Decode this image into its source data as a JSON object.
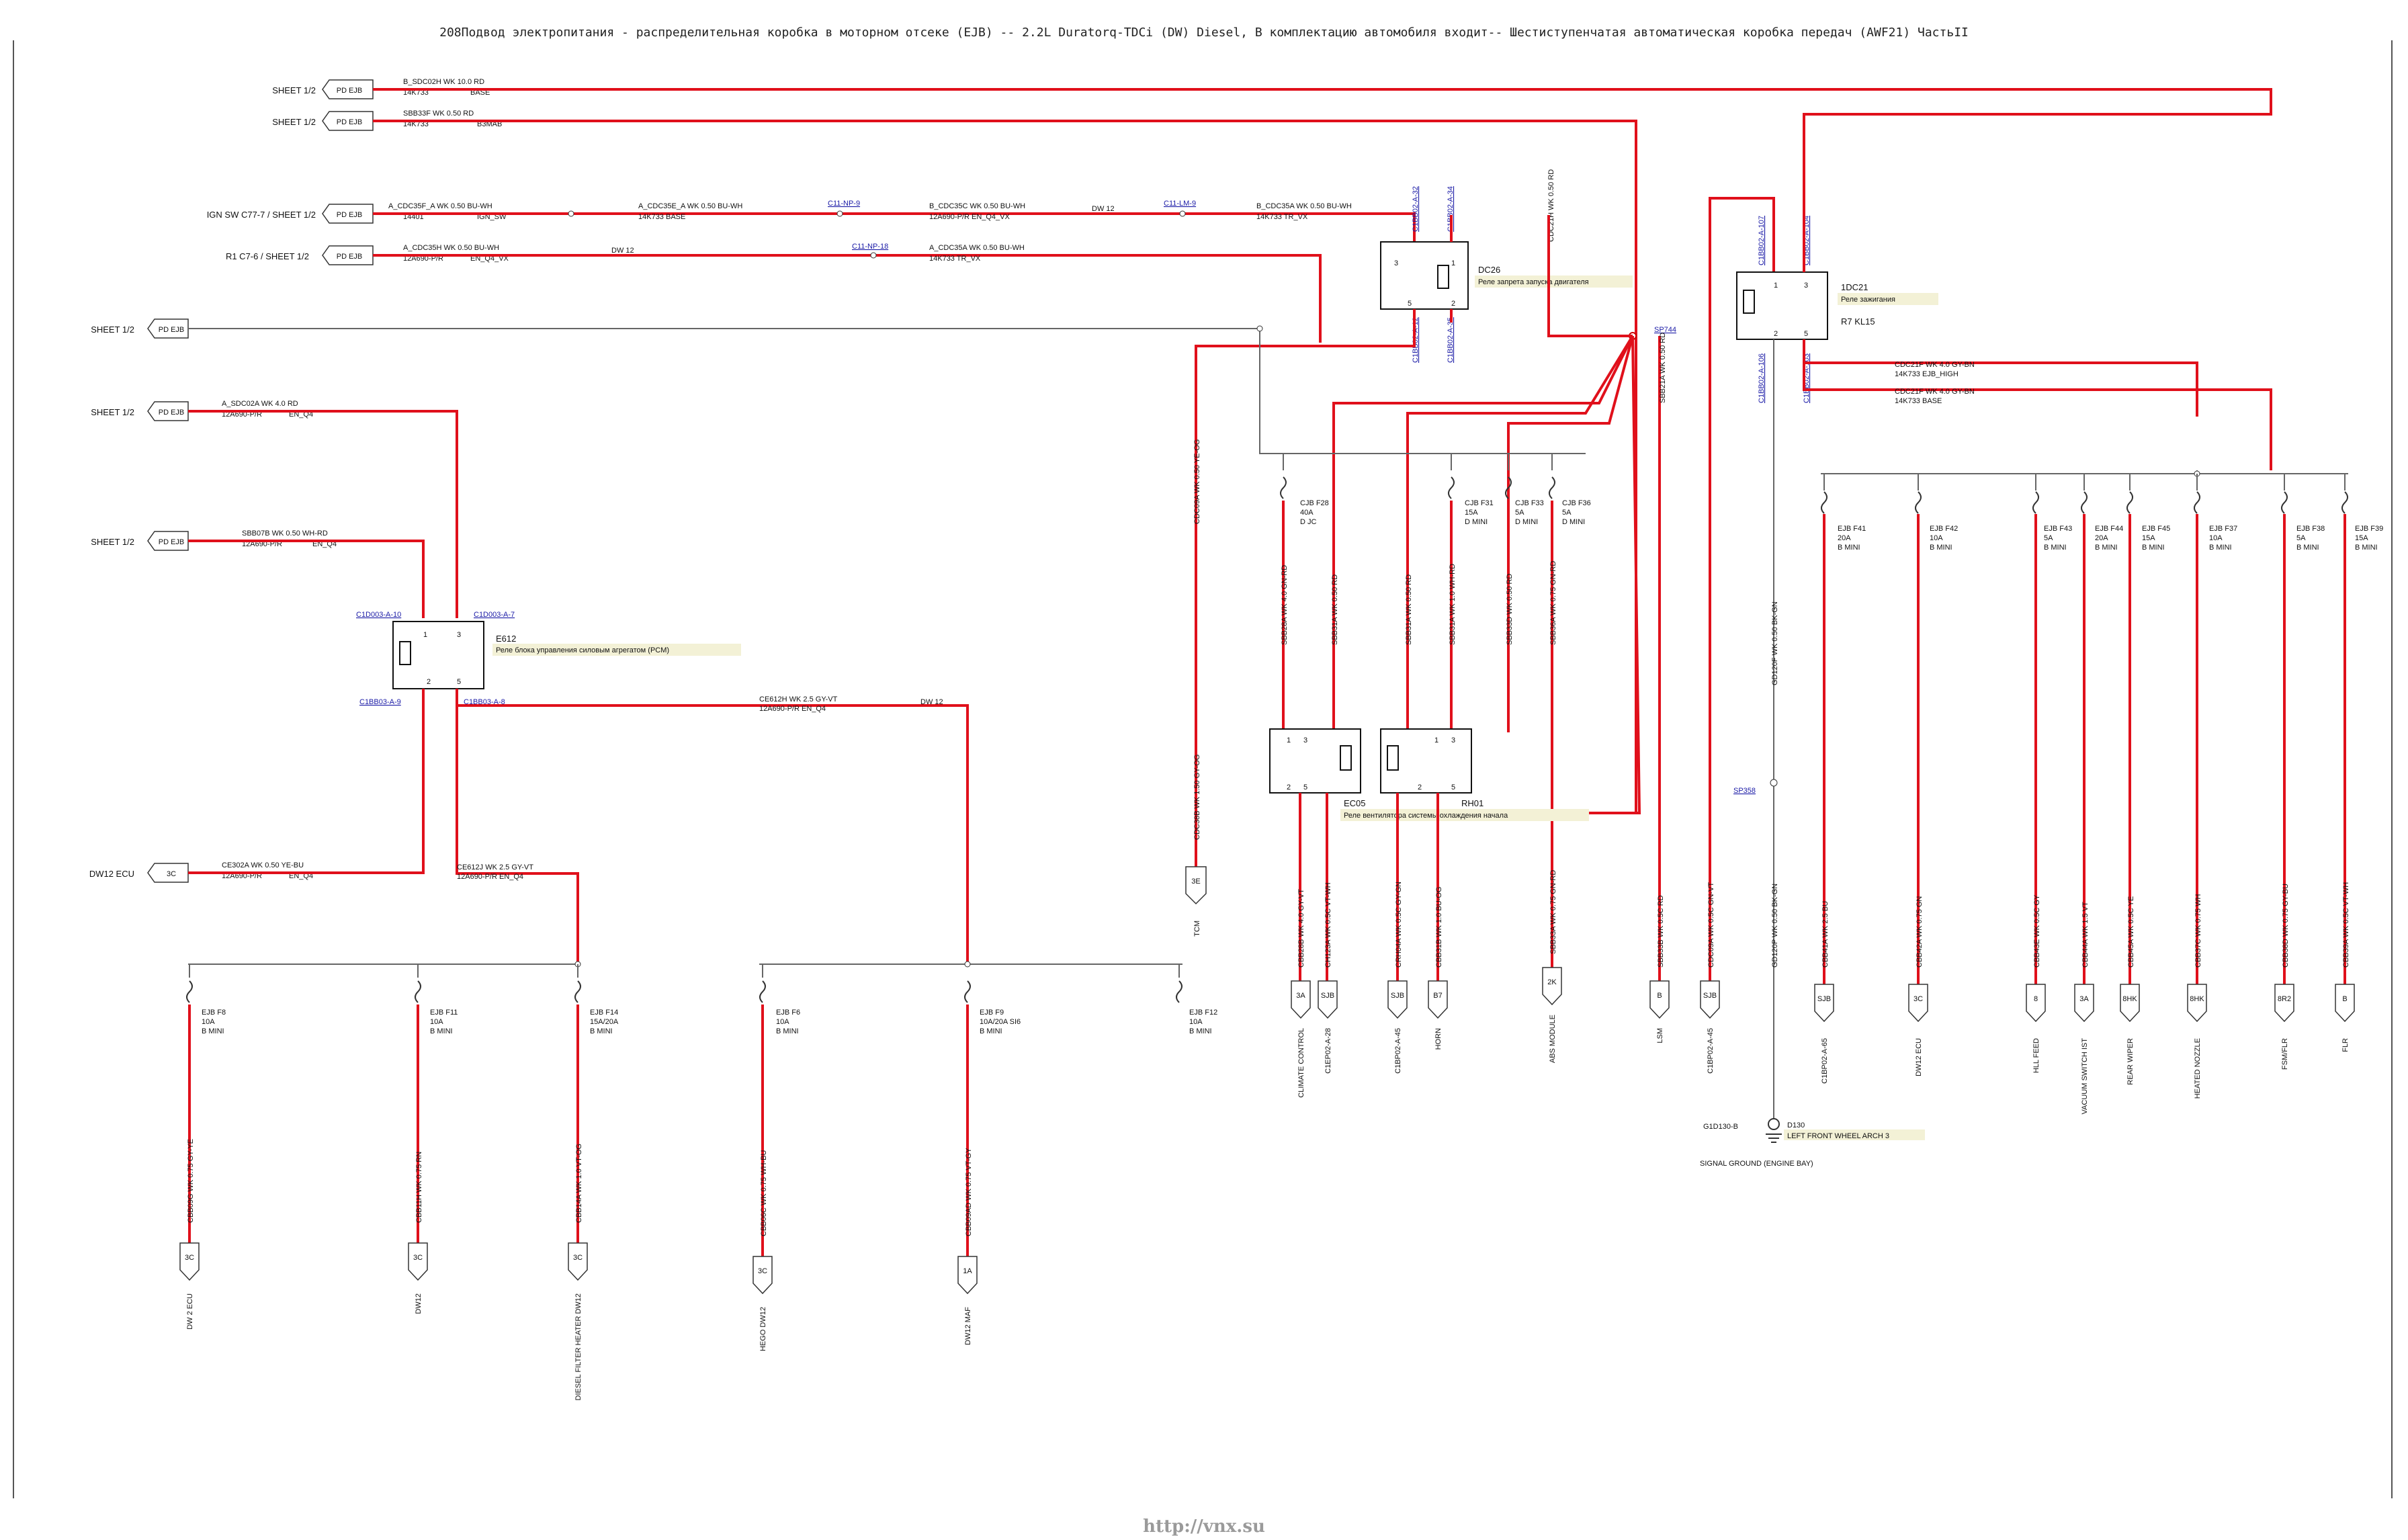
{
  "title": "208Подвод электропитания - распределительная коробка в моторном отсеке (EJB) -- 2.2L Duratorq-TDCi (DW) Diesel, В комплектацию автомобиля входит-- Шестиступенчатая автоматическая коробка передач (AWF21) ЧастьII",
  "footer_url": "http://vnx.su",
  "colors": {
    "wire": "#e0101b",
    "ground_wire": "#666666",
    "connector_link": "#1a1aa6"
  },
  "left_sources": [
    {
      "label": "SHEET 1/2",
      "tag": "PD EJB",
      "wire": "B_SDC02H  WK 10.0   RD",
      "part": "14K733",
      "variant": "BASE"
    },
    {
      "label": "SHEET 1/2",
      "tag": "PD EJB",
      "wire": "SBB33F   WK 0.50   RD",
      "part": "14K733",
      "variant": "B3MAB"
    },
    {
      "label": "IGN SW C77-7 / SHEET 1/2",
      "tag": "PD EJB",
      "wire": "A_CDC35F_A  WK 0.50  BU-WH",
      "part": "14401",
      "variant": "IGN_SW"
    },
    {
      "label": "R1 C7-6 / SHEET 1/2",
      "tag": "PD EJB",
      "wire": "A_CDC35H  WK 0.50  BU-WH",
      "part": "12A690-P/R",
      "variant": "EN_Q4_VX"
    },
    {
      "label": "SHEET 1/2",
      "tag": "PD EJB",
      "wire": "",
      "part": "",
      "variant": ""
    },
    {
      "label": "SHEET 1/2",
      "tag": "PD EJB",
      "wire": "A_SDC02A  WK 4.0    RD",
      "part": "12A690-P/R",
      "variant": "EN_Q4"
    },
    {
      "label": "SHEET 1/2",
      "tag": "PD EJB",
      "wire": "SBB07B   WK 0.50   WH-RD",
      "part": "12A690-P/R",
      "variant": "EN_Q4"
    },
    {
      "label": "DW12 ECU",
      "tag": "3C",
      "wire": "CE302A   WK 0.50   YE-BU",
      "part": "12A690-P/R",
      "variant": "EN_Q4"
    }
  ],
  "top_wire_labels": [
    {
      "text": "A_CDC35E_A  WK 0.50  BU-WH",
      "sub": "14K733      BASE"
    },
    {
      "text": "B_CDC35C  WK 0.50  BU-WH",
      "sub": "12A690-P/R    EN_Q4_VX"
    },
    {
      "text": "B_CDC35A  WK 0.50  BU-WH",
      "sub": "14K733      TR_VX"
    },
    {
      "text": "A_CDC35A  WK 0.50  BU-WH",
      "sub": "14K733      TR_VX"
    },
    {
      "text": "DW 12",
      "sub": ""
    },
    {
      "text": "DW 12",
      "sub": ""
    }
  ],
  "inline_connectors": [
    "C11-NP-9",
    "C11-LM-9",
    "C11-NP-18",
    "SP744",
    "SP358"
  ],
  "relays": [
    {
      "id": "DC26",
      "desc": "Реле запрета запуска двигателя",
      "pins": [
        "1",
        "2",
        "3",
        "5"
      ]
    },
    {
      "id": "1DC21",
      "desc": "Реле зажигания",
      "extra": "R7 KL15",
      "pins": [
        "1",
        "2",
        "3",
        "5"
      ]
    },
    {
      "id": "E612",
      "desc": "Реле блока управления силовым агрегатом (PCM)",
      "pins": [
        "1",
        "2",
        "3",
        "5"
      ]
    },
    {
      "id": "EC05",
      "desc": "Реле вентилятора системы охлаждения  начала",
      "pins": [
        "1",
        "2",
        "3",
        "5"
      ]
    },
    {
      "id": "RH01",
      "desc": "",
      "pins": [
        "1",
        "2",
        "3",
        "5"
      ]
    }
  ],
  "relay_connectors": [
    "C1BB02-A-32",
    "C1BB02-A-34",
    "C1BB02-A-12",
    "C1BB02-A-35",
    "C1BB02-A-107",
    "C1BB02-A-104",
    "C1BB02-A-106",
    "C1BB02-A-103",
    "C1D003-A-10",
    "C1D003-A-7",
    "C1BB03-A-9",
    "C1BB03-A-8"
  ],
  "mid_wire_labels": [
    {
      "text": "CE612H   WK 2.5    GY-VT",
      "sub": "12A690-P/R    EN_Q4"
    },
    {
      "text": "CE612J   WK 2.5    GY-VT",
      "sub": "12A690-P/R    EN_Q4"
    },
    {
      "text": "CDC21F   WK 4.0    GY-BN",
      "sub": "14K733   EJB_HIGH"
    },
    {
      "text": "CDC21F   WK 4.0    GY-BN",
      "sub": "14K733   BASE"
    }
  ],
  "fuses_left": [
    {
      "name": "EJB F8",
      "rating": "10A",
      "type": "B MINI",
      "wire": "CBB09G  WK 0.75  GY-YE",
      "dest": "3C",
      "dest_label": "DW 2 ECU"
    },
    {
      "name": "EJB F11",
      "rating": "10A",
      "type": "B MINI",
      "wire": "CBB11H  WK 0.75  RN",
      "dest": "3C",
      "dest_label": "DW12"
    },
    {
      "name": "EJB F14",
      "rating": "15A/20A",
      "type": "B MINI",
      "wire": "CBB14A  WK 1.0   VT-OG",
      "dest": "3C",
      "dest_label": "DIESEL FILTER HEATER DW12"
    },
    {
      "name": "EJB F6",
      "rating": "10A",
      "type": "B MINI",
      "wire": "CBB06C  WK 0.75  WH-BU",
      "dest": "3C",
      "dest_label": "HEGO DW12"
    },
    {
      "name": "EJB F9",
      "rating": "10A/20A SI6",
      "type": "B MINI",
      "wire": "CBB09AD  WK 0.75  VT-GY",
      "dest": "1A",
      "dest_label": "DW12 MAF"
    },
    {
      "name": "EJB F12",
      "rating": "10A",
      "type": "B MINI",
      "wire": "",
      "dest": "",
      "dest_label": ""
    }
  ],
  "fuses_mid": [
    {
      "name": "CJB F28",
      "rating": "40A",
      "type": "D JC",
      "wire": "CBB28B  WK 4.0  GY-VT",
      "dest": "3A",
      "dest_label": "CLIMATE CONTROL"
    },
    {
      "name": "",
      "rating": "",
      "type": "",
      "wire": "CH123A  WK 0.5C  VT-WH",
      "dest": "SJB",
      "dest_label": "C1EP02-A-28"
    },
    {
      "name": "CJB F31",
      "rating": "15A",
      "type": "D MINI",
      "wire": "CRH04A  WK 0.5C  GY-GN",
      "dest": "SJB",
      "dest_label": "C1BP02-A-45"
    },
    {
      "name": "CJB F33",
      "rating": "5A",
      "type": "D MINI",
      "wire": "CBB31B  WK 1.0  BU-OG",
      "dest": "B7",
      "dest_label": "HORN"
    },
    {
      "name": "CJB F36",
      "rating": "5A",
      "type": "D MINI",
      "wire": "SBB33A  WK 0.75  GN-RD",
      "dest": "2K",
      "dest_label": "ABS MODULE"
    },
    {
      "name": "",
      "rating": "",
      "type": "",
      "wire": "SBB33B  WK 0.5C  RD",
      "dest": "B",
      "dest_label": "LSM"
    },
    {
      "name": "",
      "rating": "",
      "type": "",
      "wire": "CDC09A  WK 0.5C  GN-VT",
      "dest": "SJB",
      "dest_label": "C1BP02-A-45"
    }
  ],
  "vertical_wire_labels": [
    "CDC21H  WK 0.50  RD",
    "SBB21A  WK 0.50  RD",
    "SBB31A  WK 0.50  RD",
    "CDC09A  WK 0.50  YE-OG",
    "CDC38B  WK 1.50  GY-OG",
    "SBB28A  WK 4.0  GN-RD",
    "SBB31A  WK 0.50  RD",
    "SBB31A  WK 1.0  WH-RD",
    "SBB33D  WK 0.50  RD",
    "SBB36A  WK 0.75  GN-RD",
    "GD120F  WK 0.50  BK-GN",
    "GD120P  WK 0.50  BK-GN"
  ],
  "tcm": {
    "tag": "3E",
    "label": "TCM"
  },
  "fuses_right": [
    {
      "name": "EJB F41",
      "rating": "20A",
      "type": "B MINI",
      "wire": "CBB41A  WK 2.5  BU",
      "dest": "SJB",
      "dest_label": "C1BP02-A-65"
    },
    {
      "name": "EJB F42",
      "rating": "10A",
      "type": "B MINI",
      "wire": "CBB42A  WK 0.75  GN",
      "dest": "3C",
      "dest_label": "DW12 ECU"
    },
    {
      "name": "EJB F43",
      "rating": "5A",
      "type": "B MINI",
      "wire": "CBB43E  WK 0.5C  GY",
      "dest": "8",
      "dest_label": "HLL FEED"
    },
    {
      "name": "EJB F44",
      "rating": "20A",
      "type": "B MINI",
      "wire": "CBB44A  WK 1.5  VT",
      "dest": "3A",
      "dest_label": "VACUUM SWITCH IST"
    },
    {
      "name": "EJB F45",
      "rating": "15A",
      "type": "B MINI",
      "wire": "CBB45A  WK 0.5C  YE",
      "dest": "8HK",
      "dest_label": "REAR WIPER"
    },
    {
      "name": "EJB F37",
      "rating": "10A",
      "type": "B MINI",
      "wire": "CBB37C  WK 0.75  WH",
      "dest": "8HK",
      "dest_label": "HEATED NOZZLE"
    },
    {
      "name": "EJB F38",
      "rating": "5A",
      "type": "B MINI",
      "wire": "CBB38D  WK 0.75  GY-BU",
      "dest": "8R2",
      "dest_label": "FSM/FLR"
    },
    {
      "name": "EJB F39",
      "rating": "15A",
      "type": "B MINI",
      "wire": "CBB39A  WK 0.5C  VT-WH",
      "dest": "B",
      "dest_label": "FLR"
    }
  ],
  "ground": {
    "id": "D130",
    "connector": "G1D130-B",
    "desc": "LEFT FRONT WHEEL ARCH 3",
    "label": "SIGNAL GROUND (ENGINE BAY)"
  }
}
